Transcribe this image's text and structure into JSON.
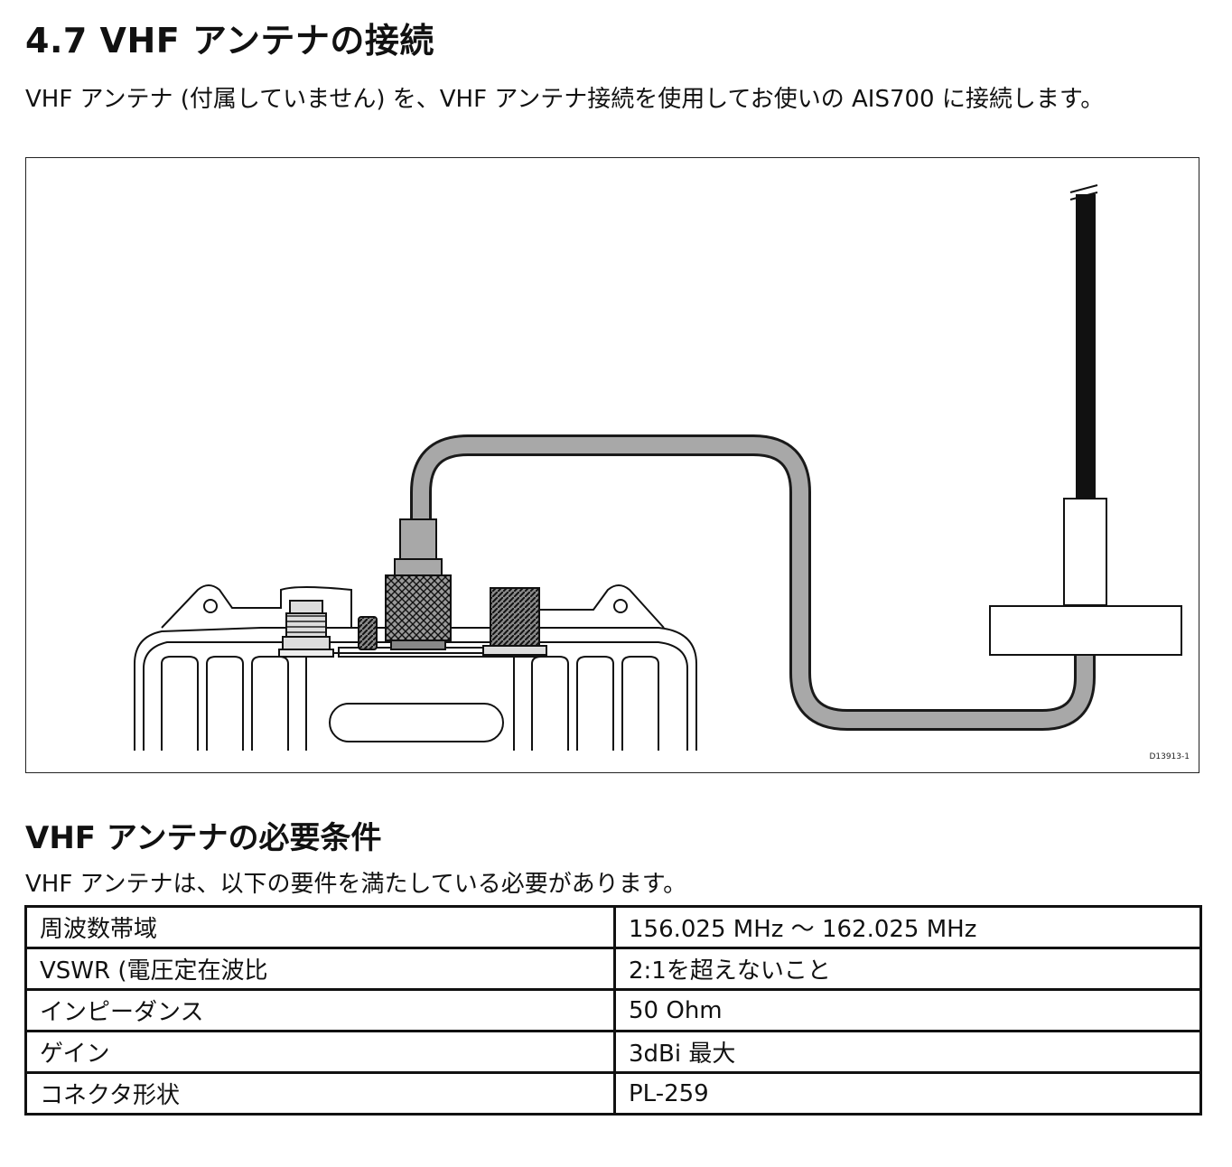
{
  "section": {
    "title": "4.7 VHF アンテナの接続",
    "intro": "VHF アンテナ (付属していません) を、VHF アンテナ接続を使用してお使いの AIS700 に接続します。"
  },
  "figure": {
    "id_label": "D13913-1",
    "colors": {
      "cable": "#a8a8a8",
      "cable_outline": "#1a1a1a",
      "antenna_rod": "#111111",
      "connector": "#a8a8a8"
    },
    "icon": "vhf-antenna-connection-diagram"
  },
  "requirements": {
    "title": "VHF アンテナの必要条件",
    "intro": "VHF アンテナは、以下の要件を満たしている必要があります。",
    "rows": [
      {
        "label": "周波数帯域",
        "value": "156.025 MHz ～ 162.025 MHz"
      },
      {
        "label": "VSWR (電圧定在波比",
        "value": "2:1を超えないこと"
      },
      {
        "label": "インピーダンス",
        "value": "50 Ohm"
      },
      {
        "label": "ゲイン",
        "value": "3dBi 最大"
      },
      {
        "label": "コネクタ形状",
        "value": "PL-259"
      }
    ]
  }
}
